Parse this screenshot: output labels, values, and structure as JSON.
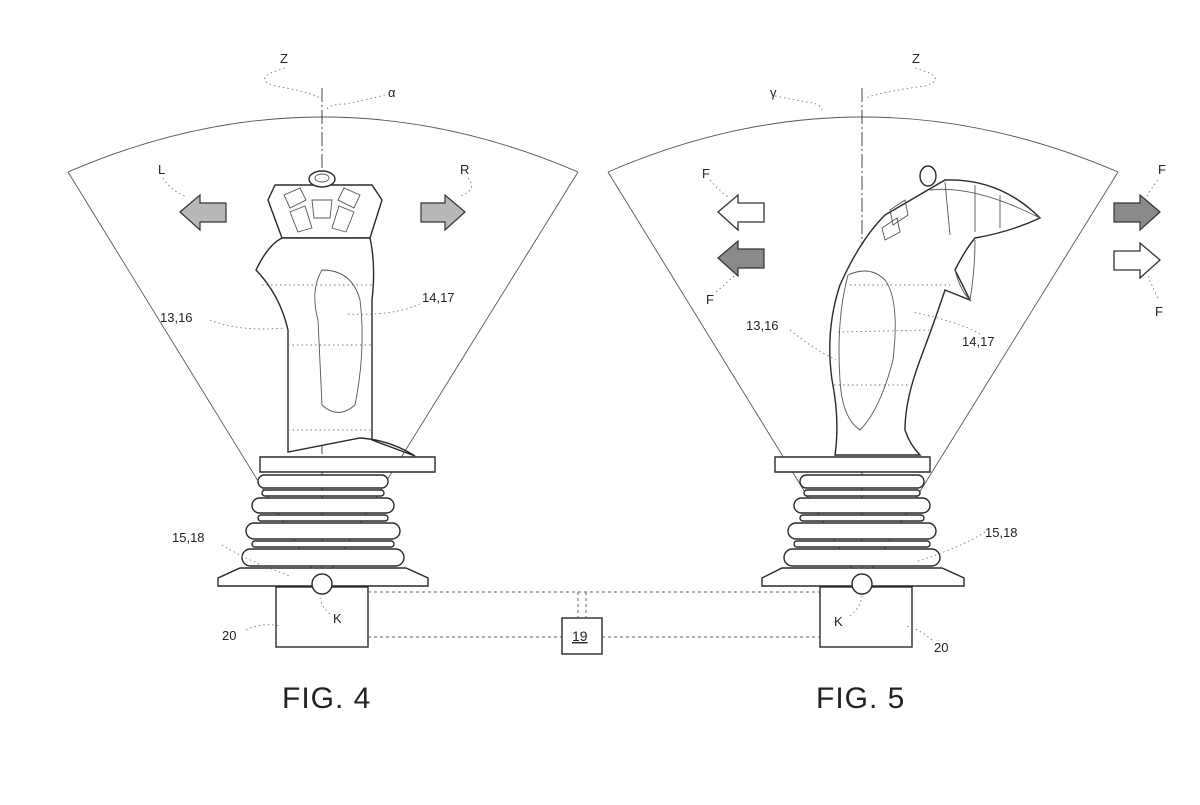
{
  "figures": [
    {
      "id": "fig4",
      "caption": "FIG. 4",
      "labels": {
        "axis": "Z",
        "angle": "α",
        "left": "L",
        "right": "R",
        "grip_left": "13,16",
        "grip_right": "14,17",
        "boot": "15,18",
        "pivot": "K",
        "base": "20"
      }
    },
    {
      "id": "fig5",
      "caption": "FIG. 5",
      "labels": {
        "axis": "Z",
        "angle": "γ",
        "force_left_top": "F",
        "force_left_bottom": "F",
        "force_right_top": "F",
        "force_right_bottom": "F",
        "grip_left": "13,16",
        "grip_right": "14,17",
        "boot": "15,18",
        "pivot": "K",
        "base": "20"
      }
    }
  ],
  "controller": {
    "label": "19"
  },
  "colors": {
    "line": "#333333",
    "arrow_light": "#b8b8b8",
    "arrow_dark": "#8a8a8a",
    "background": "#ffffff"
  }
}
